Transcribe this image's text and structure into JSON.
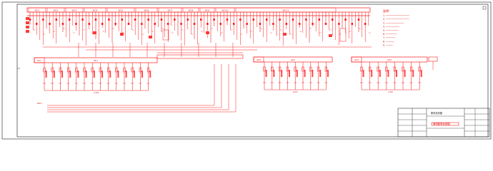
{
  "colors": {
    "wire": "#ff1a1a",
    "wire_dark": "#d40000",
    "frame": "#555555",
    "background": "#ffffff",
    "notes_text": "#e00000"
  },
  "top_bus": {
    "headers": [
      "WC1",
      "WC2",
      "WC3",
      "WC4",
      "WC5",
      "WC6",
      "WC7",
      "WC8",
      "WC9",
      "WC10",
      "WC11"
    ]
  },
  "lower_panels": [
    {
      "tag": "AP-1",
      "label": "AP-1",
      "feeders": 14
    },
    {
      "tag": "AP-2",
      "label": "AP-2",
      "feeders": 9
    },
    {
      "tag": "AP-3",
      "label": "AP-3",
      "feeders": 8
    }
  ],
  "feeder_group_labels": [
    "L=67",
    "L=67",
    "L=67"
  ],
  "riser_label": "WL1",
  "notes": {
    "title": "说明:",
    "lines": [
      "1. ─────────────────",
      "2. ─────────────────",
      "3. ─────────────",
      "4. ──────────",
      "5. ─────────",
      "6. ────────",
      "7. ───────",
      "8. ──────",
      "9. ─────"
    ]
  },
  "title_block": {
    "project": "配电系统图",
    "drawing_title": "照明配电系统图"
  }
}
